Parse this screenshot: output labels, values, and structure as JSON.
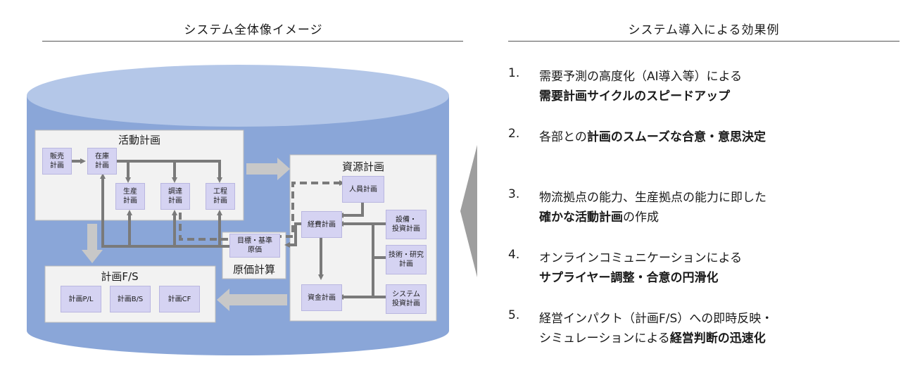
{
  "left_header": "システム全体像イメージ",
  "right_header": "システム導入による効果例",
  "diagram": {
    "activity": {
      "title": "活動計画",
      "sales": "販売\n計画",
      "inventory": "在庫\n計画",
      "production": "生産\n計画",
      "procurement": "調達\n計画",
      "process": "工程\n計画"
    },
    "resource": {
      "title": "資源計画",
      "personnel": "人員計画",
      "expense": "経費計画",
      "equipment": "設備・\n投資計画",
      "tech": "技術・研究\n計画",
      "system": "システム\n投資計画",
      "funds": "資金計画"
    },
    "cost": {
      "target": "目標・基準\n原価",
      "title": "原価計算"
    },
    "fs": {
      "title": "計画F/S",
      "pl": "計画P/L",
      "bs": "計画B/S",
      "cf": "計画CF"
    }
  },
  "effects": [
    {
      "num": "1.",
      "line1": "需要予測の高度化（AI導入等）による",
      "line2_bold": "需要計画サイクルのスピードアップ",
      "line2_plain": ""
    },
    {
      "num": "2.",
      "line1_plain": "各部との",
      "line1_bold": "計画のスムーズな合意・意思決定"
    },
    {
      "num": "3.",
      "line1": "物流拠点の能力、生産拠点の能力に即した",
      "line2_bold": "確かな活動計画",
      "line2_plain": "の作成"
    },
    {
      "num": "4.",
      "line1": "オンラインコミュニケーションによる",
      "line2_bold": "サプライヤー調整・合意の円滑化",
      "line2_plain": ""
    },
    {
      "num": "5.",
      "line1": "経営インパクト（計画F/S）への即時反映・",
      "line2_plain": "シミュレーションによる",
      "line2_bold": "経営判断の迅速化"
    }
  ]
}
